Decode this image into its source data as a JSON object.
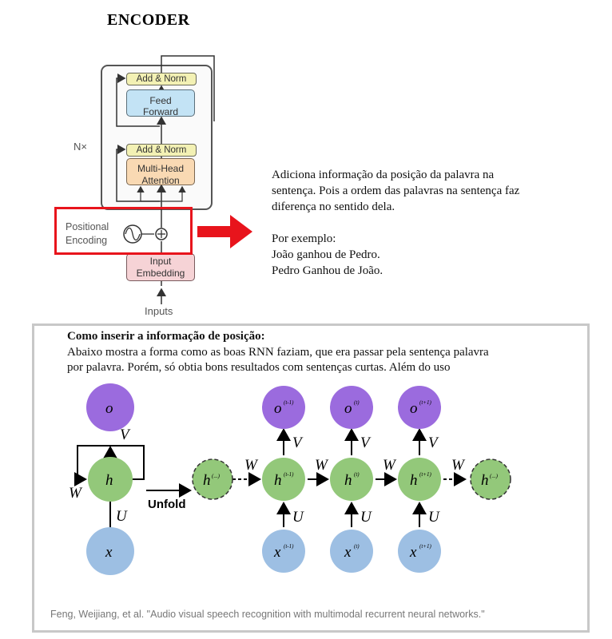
{
  "encoder": {
    "title": "ENCODER",
    "add_norm_top": "Add & Norm",
    "feed_forward": [
      "Feed",
      "Forward"
    ],
    "nx": "N×",
    "add_norm_bottom": "Add & Norm",
    "multi_head": [
      "Multi-Head",
      "Attention"
    ],
    "positional_encoding": [
      "Positional",
      "Encoding"
    ],
    "input_embedding": [
      "Input",
      "Embedding"
    ],
    "inputs": "Inputs"
  },
  "description": {
    "lines": [
      "Adiciona informação da posição da palavra na",
      "sentença. Pois a ordem das palavras na sentença faz",
      "diferença no sentido dela."
    ],
    "example_heading": "Por exemplo:",
    "examples": [
      "João ganhou de Pedro.",
      "Pedro Ganhou de João."
    ]
  },
  "rnn": {
    "heading": "Como inserir a informação de posição:",
    "lines": [
      "Abaixo mostra a forma como as boas RNN faziam, que era passar pela sentença palavra",
      "por palavra. Porém, só obtia bons resultados com sentenças curtas. Além do uso"
    ],
    "diagram": {
      "folded": {
        "output": "o",
        "hidden": "h",
        "input": "x",
        "V": "V",
        "U": "U",
        "W": "W"
      },
      "unfold_label": "Unfold",
      "output_sup": [
        "(t-1)",
        "(t)",
        "(t+1)"
      ],
      "hidden_sup": [
        "(t-1)",
        "(t)",
        "(t+1)"
      ],
      "input_sup": [
        "(t-1)",
        "(t)",
        "(t+1)"
      ],
      "ellipsis_sup": "(...)",
      "weight_labels": {
        "V": "V",
        "U": "U",
        "W": "W"
      }
    },
    "caption": "Feng, Weijiang, et al. \"Audio visual speech recognition with multimodal recurrent neural networks.\""
  },
  "colors": {
    "highlight_red": "#e8141c",
    "output_purple": "#9b6bde",
    "hidden_green": "#93c87a",
    "input_blue": "#9dbfe3",
    "add_norm": "#f3f1b4",
    "feed_forward": "#c3e3f5",
    "attention": "#f9d9b3",
    "embedding": "#f6d3d6"
  }
}
